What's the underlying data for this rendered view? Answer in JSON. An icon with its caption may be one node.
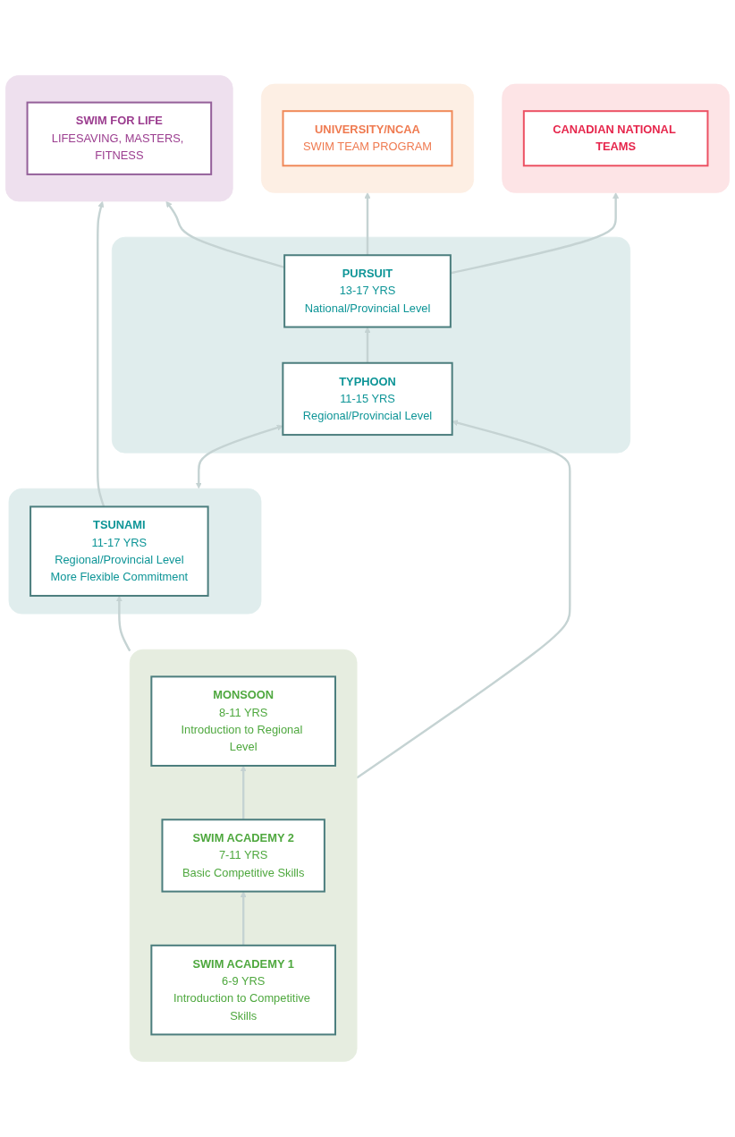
{
  "diagram": {
    "nodes": [
      {
        "text": [],
        "shape": "box"
      },
      {
        "text": [
          "SWIM FOR LIFE",
          "LIFESAVING, MASTERS, FITNESS"
        ],
        "in": 0
      },
      {
        "text": [],
        "shape": "box"
      },
      {
        "text": [
          "UNIVERSITY/NCAA",
          "SWIM TEAM PROGRAM"
        ],
        "in": 2
      },
      {
        "text": [],
        "shape": "box"
      },
      {
        "text": [
          "CANADIAN NATIONAL TEAMS"
        ],
        "in": 4
      },
      {
        "text": [],
        "shape": "box"
      },
      {
        "text": [
          "PURSUIT",
          "13-17 YRS",
          "National/Provincial Level"
        ],
        "in": 6
      },
      {
        "text": [
          "TYPHOON",
          "11-15 YRS",
          "Regional/Provincial Level"
        ],
        "in": 6
      },
      {
        "text": [],
        "shape": "box"
      },
      {
        "text": [
          "TSUNAMI",
          "11-17 YRS",
          "Regional/Provincial Level",
          "More Flexible Commitment"
        ],
        "in": 9
      },
      {
        "text": [],
        "shape": "box"
      },
      {
        "text": [
          "MONSOON",
          "8-11 YRS",
          "Introduction to Regional Level"
        ],
        "in": 11
      },
      {
        "text": [
          "SWIM ACADEMY 2",
          "7-11 YRS",
          "Basic Competitive Skills"
        ],
        "in": 11
      },
      {
        "text": [
          "SWIM ACADEMY 1",
          "6-9 YRS",
          "Introduction to Competitive Skills"
        ],
        "in": 11
      }
    ],
    "edges": [
      {
        "from": 10,
        "to": 0,
        "arrow": "to"
      },
      {
        "from": 7,
        "to": 0,
        "arrow": "to"
      },
      {
        "from": 7,
        "to": 2,
        "arrow": "to"
      },
      {
        "from": 7,
        "to": 4,
        "arrow": "to"
      },
      {
        "from": 9,
        "to": 8,
        "arrow": "both"
      },
      {
        "from": 8,
        "to": 7,
        "arrow": "to"
      },
      {
        "from": 11,
        "to": 10,
        "arrow": "to"
      },
      {
        "from": 11,
        "to": 8,
        "arrow": "to"
      },
      {
        "from": 13,
        "to": 12,
        "arrow": "to"
      },
      {
        "from": 14,
        "to": 13,
        "arrow": "to"
      }
    ]
  }
}
